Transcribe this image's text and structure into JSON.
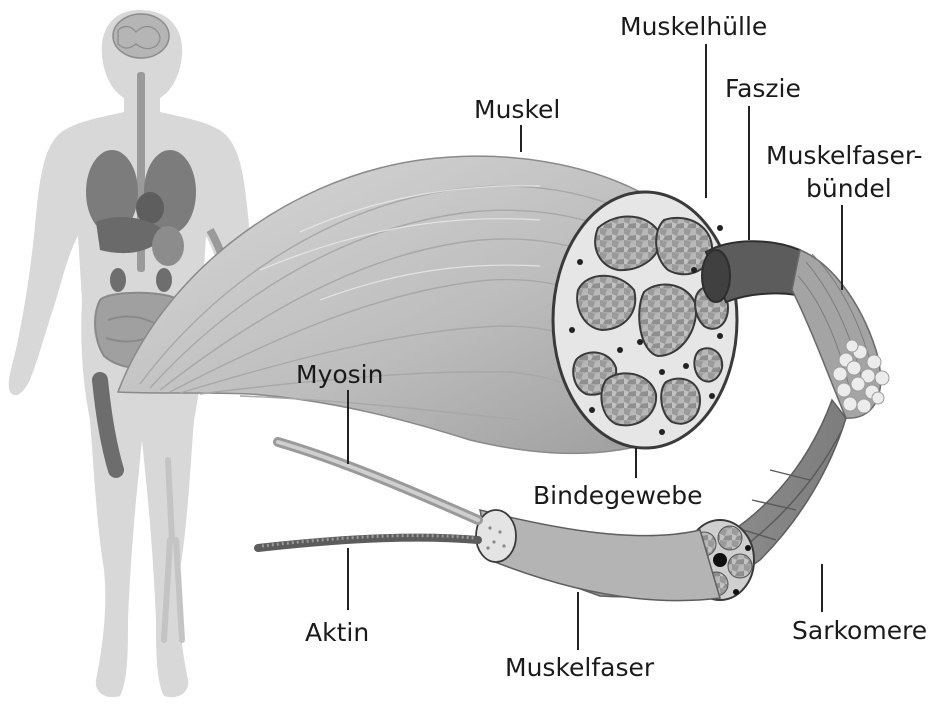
{
  "labels": {
    "muskelhuelle": "Muskelhülle",
    "faszie": "Faszie",
    "muskel": "Muskel",
    "muskelfaserbuendel_line1": "Muskelfaser-",
    "muskelfaserbuendel_line2": "bündel",
    "myosin": "Myosin",
    "bindegewebe": "Bindegewebe",
    "aktin": "Aktin",
    "sarkomere": "Sarkomere",
    "muskelfaser": "Muskelfaser"
  },
  "colors": {
    "body_silhouette": "#d6d6d6",
    "organs": "#8a8a8a",
    "muscle_light": "#c8c8c8",
    "muscle_dark": "#8f8f8f",
    "fascia": "#5a5a5a",
    "leader_line": "#222222"
  }
}
